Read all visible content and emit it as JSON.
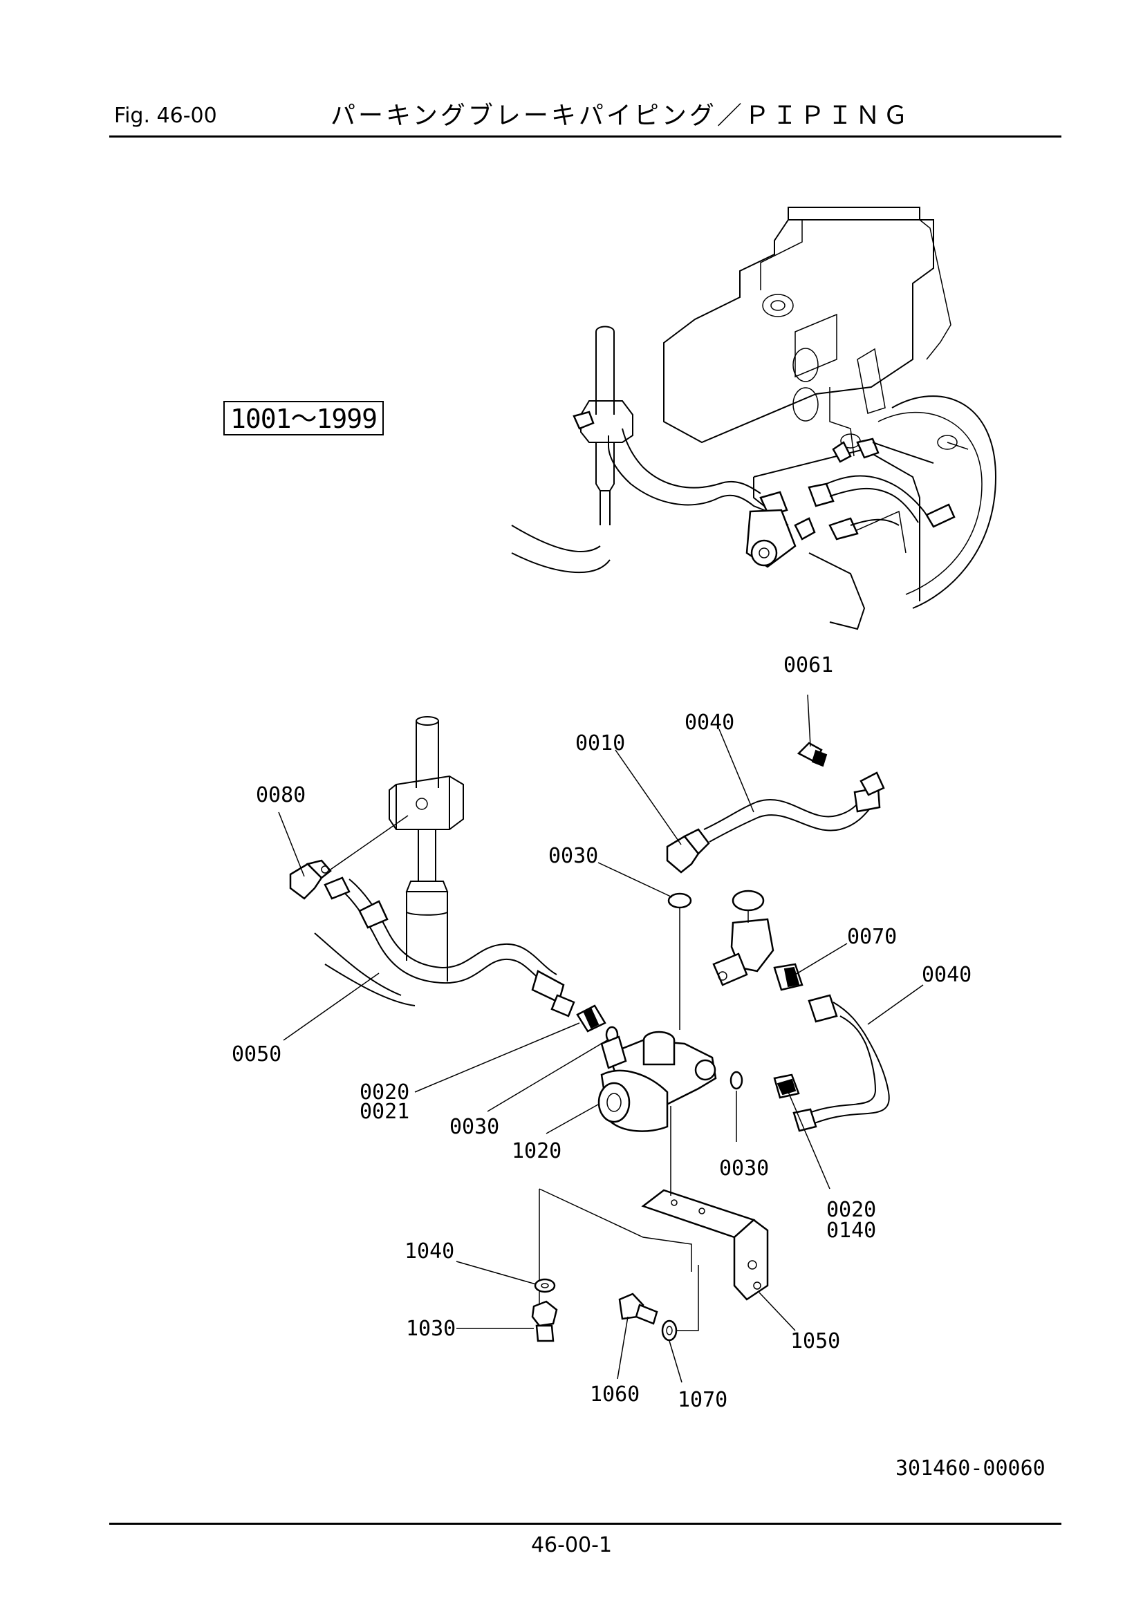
{
  "header": {
    "fig_label": "Fig.  46-00",
    "title": "パーキングブレーキパイピング／ＰＩＰＩＮＧ"
  },
  "serial_range": "1001～1999",
  "callouts": [
    {
      "id": "0061",
      "text": "0061"
    },
    {
      "id": "0040a",
      "text": "0040"
    },
    {
      "id": "0010",
      "text": "0010"
    },
    {
      "id": "0080",
      "text": "0080"
    },
    {
      "id": "0030a",
      "text": "0030"
    },
    {
      "id": "0070",
      "text": "0070"
    },
    {
      "id": "0040b",
      "text": "0040"
    },
    {
      "id": "0050",
      "text": "0050"
    },
    {
      "id": "0020a",
      "text": "0020"
    },
    {
      "id": "0021",
      "text": "0021"
    },
    {
      "id": "0030b",
      "text": "0030"
    },
    {
      "id": "1020",
      "text": "1020"
    },
    {
      "id": "0030c",
      "text": "0030"
    },
    {
      "id": "0020b",
      "text": "0020"
    },
    {
      "id": "0140",
      "text": "0140"
    },
    {
      "id": "1040",
      "text": "1040"
    },
    {
      "id": "1030",
      "text": "1030"
    },
    {
      "id": "1050",
      "text": "1050"
    },
    {
      "id": "1060",
      "text": "1060"
    },
    {
      "id": "1070",
      "text": "1070"
    }
  ],
  "drawing_number": "301460-00060",
  "page_number": "46-00-1"
}
